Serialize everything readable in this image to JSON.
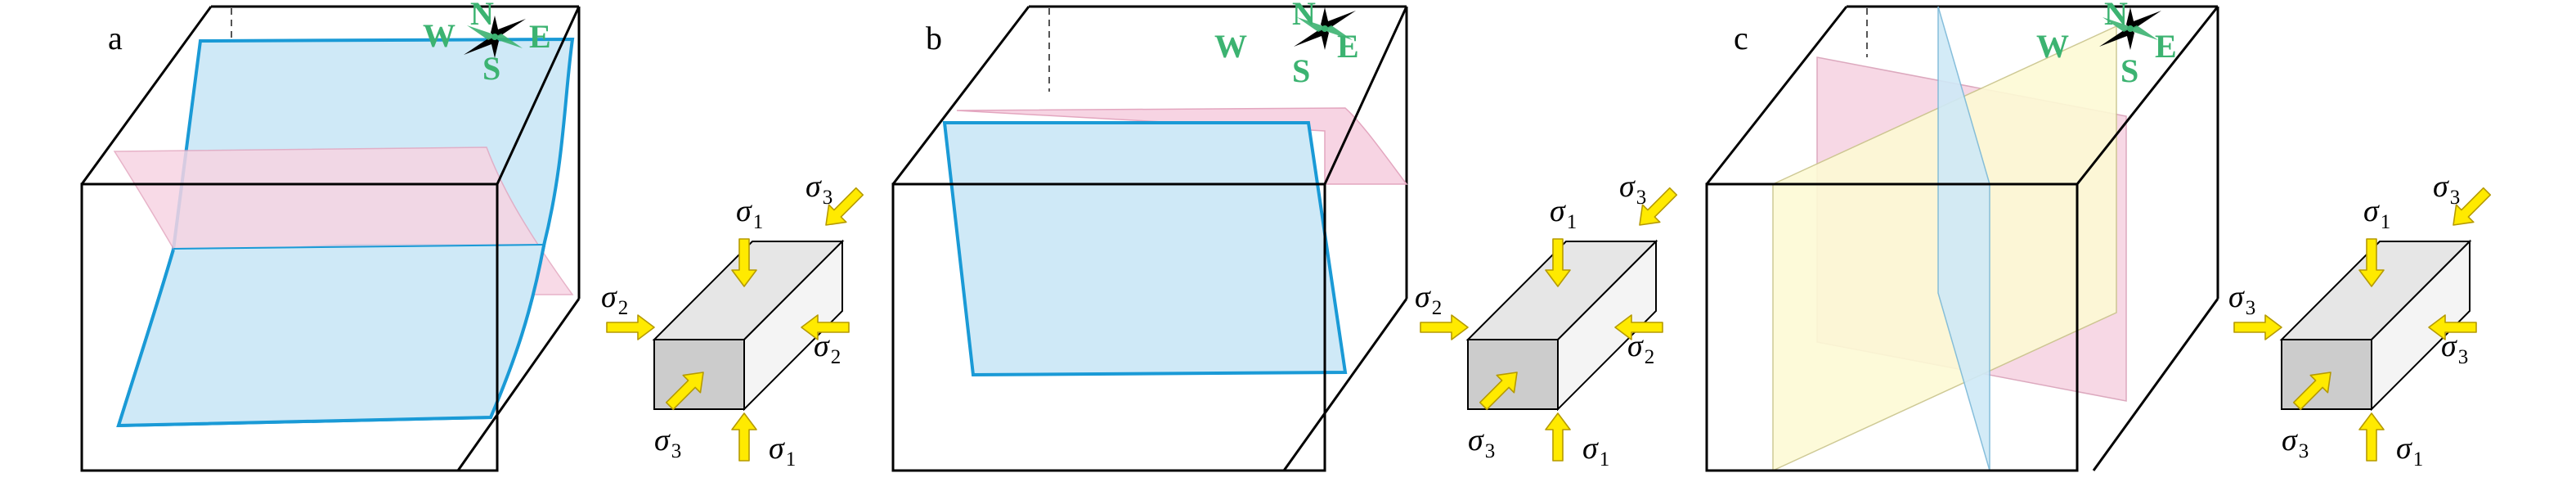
{
  "panels": [
    {
      "letter": "a",
      "stress": {
        "top": "σ1",
        "left": "σ2",
        "right": "σ2",
        "bottom": "σ1",
        "front_bottom": "σ3",
        "back_top": "σ3"
      },
      "planes": [
        "blue-vertical",
        "pink-horizontal"
      ]
    },
    {
      "letter": "b",
      "stress": {
        "top": "σ1",
        "left": "σ2",
        "right": "σ2",
        "bottom": "σ1",
        "front_bottom": "σ3",
        "back_top": "σ3"
      },
      "planes": [
        "blue-vertical",
        "pink-horizontal"
      ]
    },
    {
      "letter": "c",
      "stress": {
        "top": "σ1",
        "left": "σ3",
        "right": "σ3",
        "bottom": "σ1",
        "front_bottom": "σ3",
        "back_top": "σ3"
      },
      "planes": [
        "pink-vertical",
        "blue-vertical",
        "yellow-vertical"
      ]
    }
  ],
  "compass": {
    "north": "N",
    "south": "S",
    "east": "E",
    "west": "W"
  },
  "colors": {
    "blue_plane": "#cfe9f7",
    "blue_edge": "#1a9ad6",
    "pink_plane": "#f7d4e3",
    "yellow_plane": "#fdfad5",
    "arrow": "#ffea00",
    "arrow_stroke": "#b59a00",
    "block_top": "#e6e6e6",
    "block_front": "#cccccc",
    "block_side": "#f4f4f4",
    "compass_text": "#3cb371"
  }
}
